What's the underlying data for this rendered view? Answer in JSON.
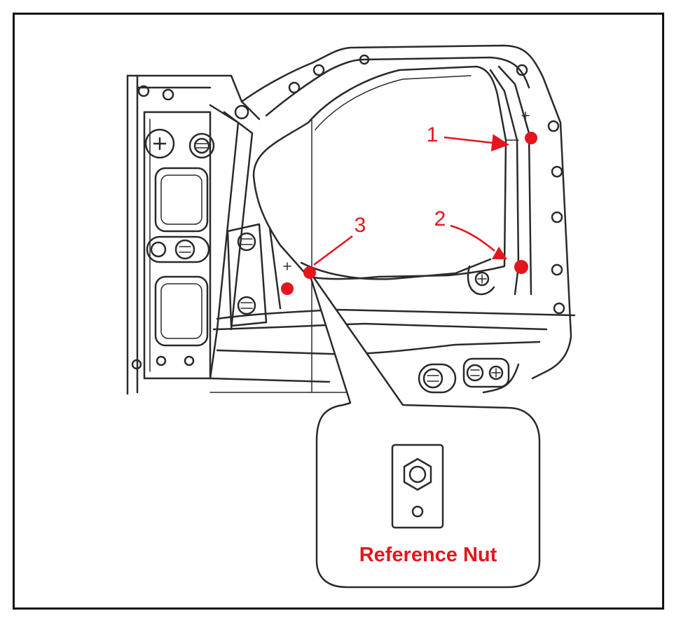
{
  "diagram": {
    "callouts": [
      {
        "id": "1",
        "label": "1"
      },
      {
        "id": "2",
        "label": "2"
      },
      {
        "id": "3",
        "label": "3"
      }
    ],
    "detail_label": "Reference Nut",
    "marker_color": "#e4151d",
    "line_color": "#2a2a2a"
  }
}
